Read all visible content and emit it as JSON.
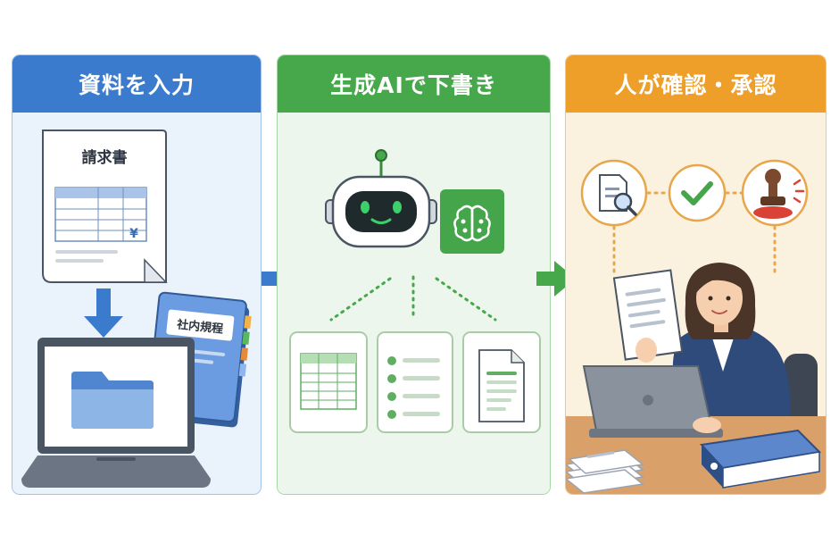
{
  "steps": [
    {
      "title": "資料を入力",
      "invoice_title": "請求書",
      "yen_symbol": "¥",
      "binder_label": "社内規程"
    },
    {
      "title": "生成AIで下書き"
    },
    {
      "title": "人が確認・承認"
    }
  ],
  "colors": {
    "step1": "#3a7bcd",
    "step2": "#46a84a",
    "step3": "#ee9f2a"
  },
  "icons": {
    "step1": [
      "invoice-document-icon",
      "down-arrow-icon",
      "binder-icon",
      "laptop-icon",
      "folder-icon"
    ],
    "step2": [
      "robot-icon",
      "brain-circuit-icon",
      "table-icon",
      "checklist-icon",
      "document-icon"
    ],
    "step3": [
      "document-search-icon",
      "checkmark-icon",
      "stamp-icon",
      "reviewer-person",
      "laptop-icon",
      "paper-stack-icon",
      "binder-icon"
    ]
  }
}
